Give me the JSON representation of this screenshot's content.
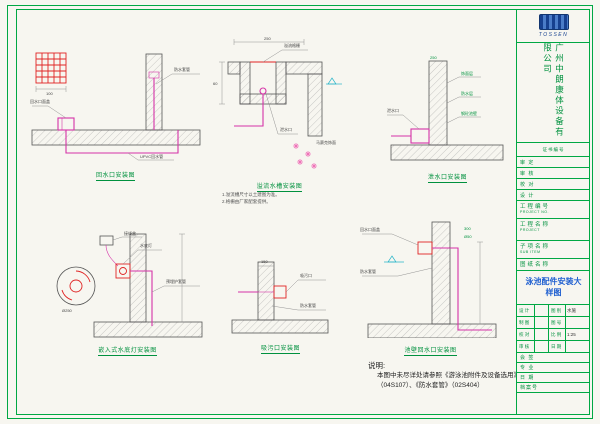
{
  "colors": {
    "frame_green": "#00a843",
    "caption_green": "#00913e",
    "pipe_magenta": "#d633a8",
    "fixture_red": "#e02424",
    "title_blue": "#1f5fd0",
    "logo_blue": "#16408f",
    "water_cyan": "#2ab5c9"
  },
  "logo": {
    "text": "TOSSEN"
  },
  "company": {
    "name": "广州中朗康体设备有限公司"
  },
  "titleblock": {
    "cert_label": "证书编号",
    "sig_rows": [
      {
        "label": "审 定"
      },
      {
        "label": "审 核"
      },
      {
        "label": "校 对"
      },
      {
        "label": "设 计"
      }
    ],
    "project_no_label": "工程编号",
    "project_no_sub": "PROJECT NO.",
    "project_name_label": "工程名称",
    "project_name_sub": "PROJECT",
    "subitem_label": "子项名称",
    "subitem_sub": "SUB ITEM",
    "title_label": "图纸名称",
    "drawing_title": "泳池配件安装大样图",
    "meta_rows": [
      {
        "l1": "设 计",
        "v1": "",
        "l2": "图 别",
        "v2": "水施"
      },
      {
        "l1": "制 图",
        "v1": "",
        "l2": "图 号",
        "v2": ""
      },
      {
        "l1": "校 对",
        "v1": "",
        "l2": "比 例",
        "v2": "1:25"
      },
      {
        "l1": "审 核",
        "v1": "",
        "l2": "日 期",
        "v2": ""
      }
    ],
    "extra_rows": [
      {
        "label": "会 签"
      },
      {
        "label": "专 业"
      },
      {
        "label": "日 期"
      },
      {
        "label": "档案号"
      }
    ]
  },
  "drawings": [
    {
      "caption": "回水口安装图",
      "labels": {
        "a": "回水口面盖",
        "b": "防水套管",
        "c": "UPVC回水管"
      },
      "dims": {
        "d1": "100"
      }
    },
    {
      "caption": "溢流水槽安装图",
      "labels": {
        "a": "溢流格栅",
        "b": "泄水口",
        "c": "马赛克饰面"
      },
      "dims": {
        "d1": "250",
        "d2": "60"
      },
      "notes": [
        "1.溢流槽尺寸以土建图为准。",
        "2.格栅由厂家配套提供。"
      ]
    },
    {
      "caption": "泄水口安装图",
      "labels": {
        "a": "饰面层",
        "b": "防水层",
        "c": "钢砼池壁",
        "d": "泄水口"
      },
      "dims": {
        "d1": "250"
      }
    },
    {
      "caption": "嵌入式水底灯安装图",
      "labels": {
        "a": "接线盒",
        "b": "水底灯",
        "c": "预埋护套管"
      },
      "dims": {
        "d1": "Ø250"
      }
    },
    {
      "caption": "吸污口安装图",
      "labels": {
        "a": "吸污口",
        "b": "防水套管"
      },
      "dims": {
        "d1": "150"
      }
    },
    {
      "caption": "池壁回水口安装图",
      "labels": {
        "a": "回水口面盖",
        "b": "防水套管"
      },
      "dims": {
        "d1": "300",
        "d2": "Ø50"
      }
    }
  ],
  "note": {
    "heading": "说明:",
    "body": "本图中未尽详处请参照《游泳池附件及设备选用》（04S107）、《防水套管》（02S404）"
  }
}
